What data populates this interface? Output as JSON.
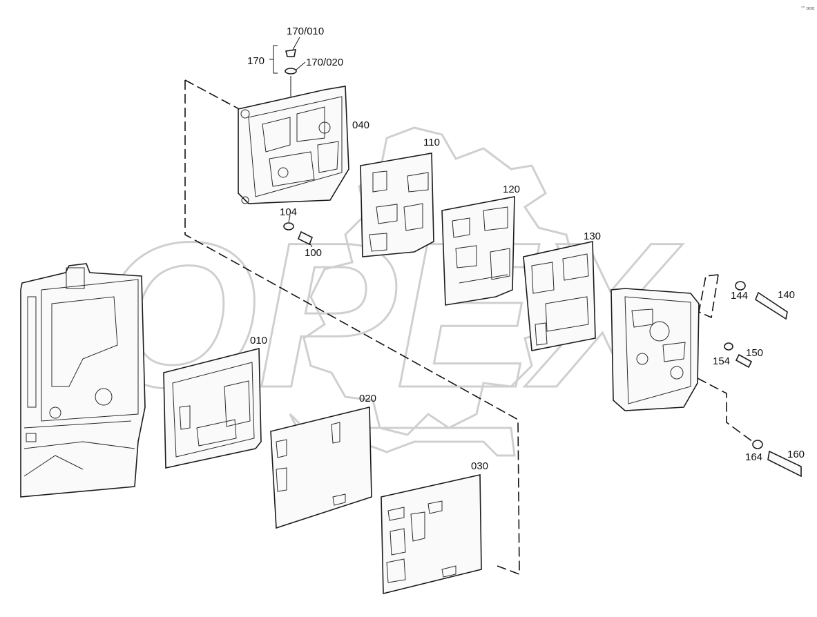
{
  "watermark": {
    "text": "OPEX"
  },
  "corner_mark": "°° ooo",
  "callouts": {
    "c170_010": "170/010",
    "c170": "170",
    "c170_020": "170/020",
    "c040": "040",
    "c110": "110",
    "c120": "120",
    "c130": "130",
    "c104": "104",
    "c100": "100",
    "c144": "144",
    "c140": "140",
    "c154": "154",
    "c150": "150",
    "c164": "164",
    "c160": "160",
    "c010": "010",
    "c020": "020",
    "c030": "030"
  }
}
